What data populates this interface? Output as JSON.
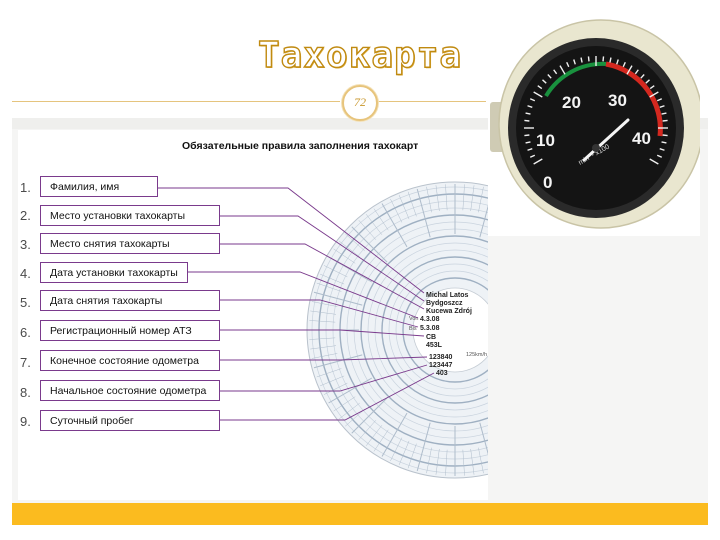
{
  "slide": {
    "title": "Тахокарта",
    "page_number": "72",
    "heading": "Обязательные правила заполнения тахокарт"
  },
  "rules": [
    {
      "num": "1.",
      "label": "Фамилия, имя"
    },
    {
      "num": "2.",
      "label": "Место установки тахокарты"
    },
    {
      "num": "3.",
      "label": "Место снятия тахокарты"
    },
    {
      "num": "4.",
      "label": "Дата установки тахокарты"
    },
    {
      "num": "5.",
      "label": "Дата снятия тахокарты"
    },
    {
      "num": "6.",
      "label": "Регистрационный номер АТЗ"
    },
    {
      "num": "7.",
      "label": "Конечное состояние одометра"
    },
    {
      "num": "8.",
      "label": "Начальное состояние одометра"
    },
    {
      "num": "9.",
      "label": "Суточный пробег"
    }
  ],
  "disc_entries": {
    "name": "Michal Latos",
    "place_start": "Bydgoszcz",
    "place_end": "Kucewa Zdrój",
    "date_start": "4.3.08",
    "date_end": "5.3.08",
    "reg_prefix": "CB",
    "reg_suffix": "453L",
    "odo_end": "123840",
    "odo_start": "123447",
    "daily": "403"
  },
  "disc_labels": {
    "from": "Von",
    "to": "Bis",
    "speed_unit": "125km/h"
  },
  "gauge": {
    "ticks": [
      "0",
      "10",
      "20",
      "30",
      "40"
    ],
    "unit": "min⁻¹ x100",
    "colors": {
      "face": "#141414",
      "rim": "#e9e6cf",
      "red_zone": "#d4281f",
      "green_zone": "#19913e",
      "needle": "#f4f4f4"
    }
  },
  "colors": {
    "accent": "#fbbb1f",
    "leader_lines": "#7a3a8c",
    "title_outline": "#c08a10"
  }
}
